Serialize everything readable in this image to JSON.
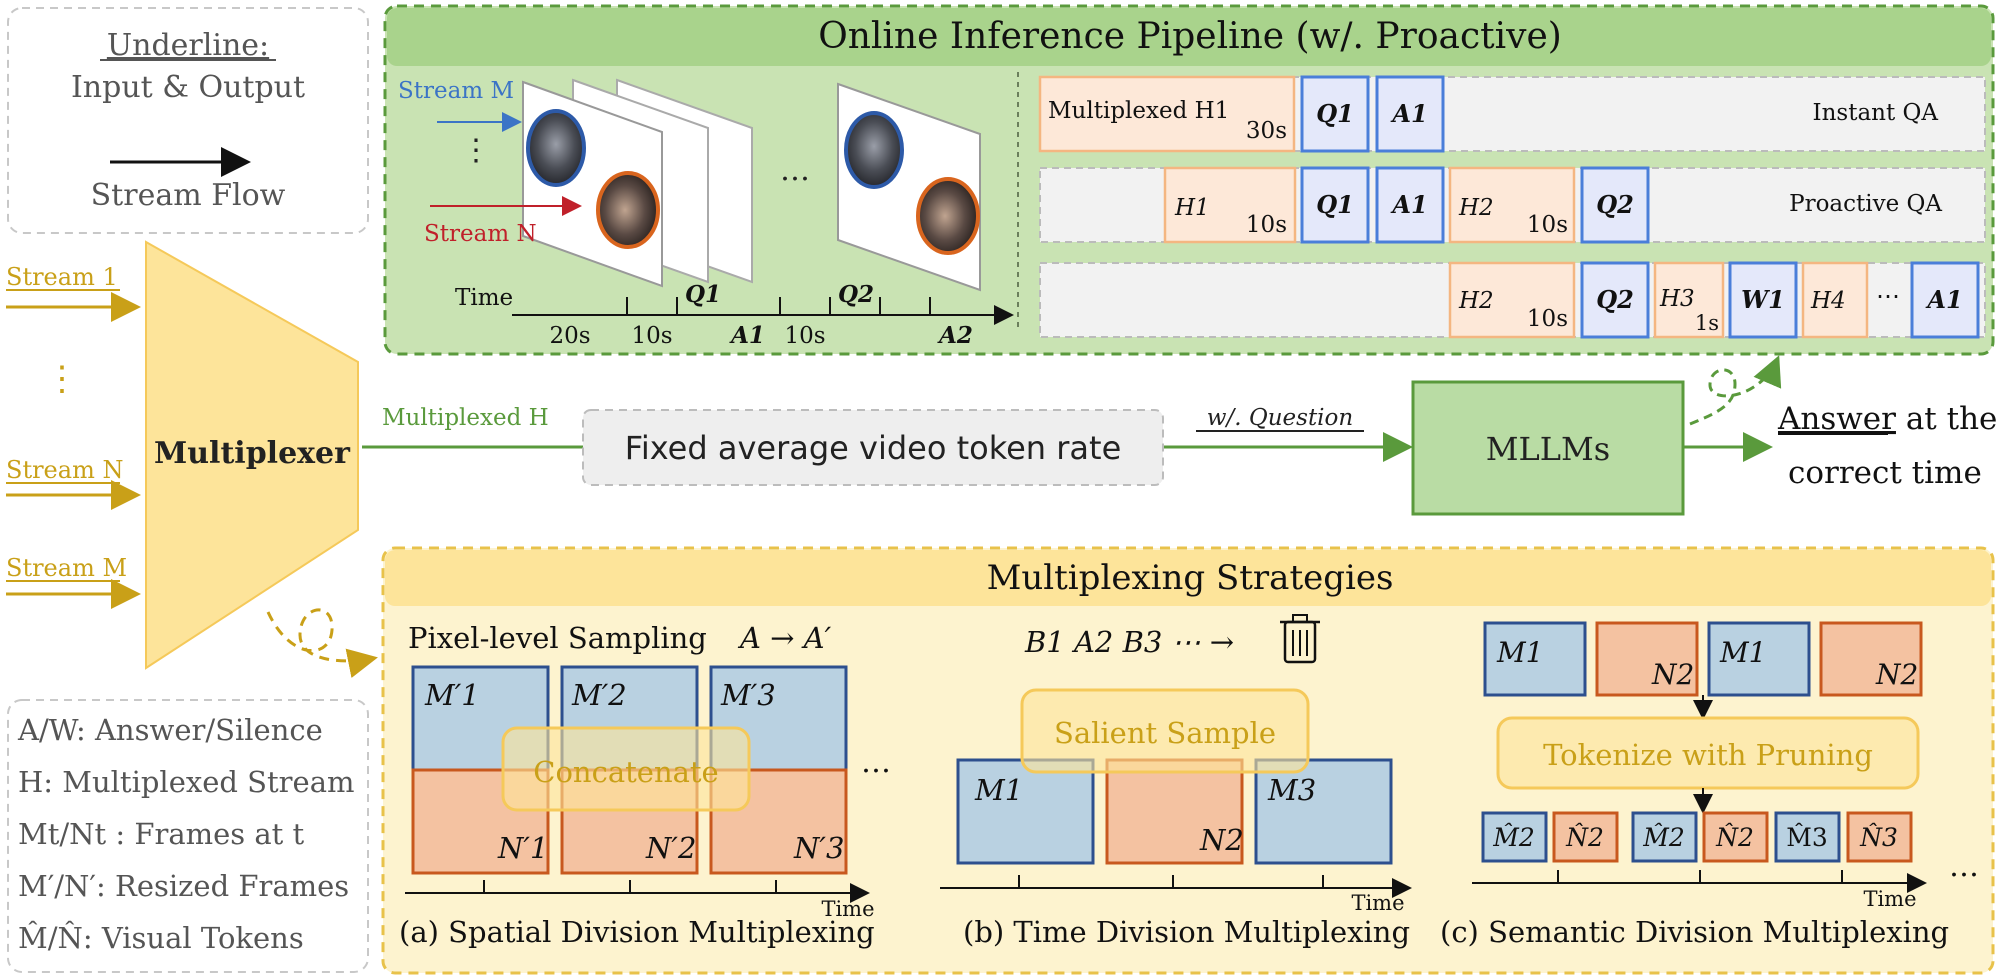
{
  "legend": {
    "underline_title": "Underline:",
    "underline_desc": "Input & Output",
    "flow_label": "Stream Flow",
    "items": [
      "A/W: Answer/Silence",
      "H: Multiplexed Stream",
      "Mt/Nt : Frames at t",
      "M′/N′: Resized Frames",
      "M̂/N̂: Visual Tokens"
    ]
  },
  "streams": {
    "s1": "Stream 1",
    "dots": "⋮",
    "sn": "Stream N",
    "sm": "Stream M"
  },
  "multiplexer": {
    "label": "Multiplexer",
    "output_label": "Multiplexed H"
  },
  "pipeline": {
    "title": "Online Inference Pipeline (w/. Proactive)",
    "stream_m": "Stream M",
    "stream_n": "Stream N",
    "vdots": "⋮",
    "hdots": "…",
    "time_label": "Time",
    "timeline_top": [
      "Q1",
      "Q2"
    ],
    "timeline_bottom": [
      "20s",
      "10s",
      "A1",
      "10s",
      "A2"
    ],
    "rows": [
      {
        "label": "Instant QA",
        "cells": [
          "Multiplexed H1",
          "30s",
          "Q1",
          "A1"
        ]
      },
      {
        "label": "Proactive QA",
        "cells": [
          "H1",
          "10s",
          "Q1",
          "A1",
          "H2",
          "10s",
          "Q2"
        ]
      },
      {
        "label": "",
        "cells": [
          "H2",
          "10s",
          "Q2",
          "H3",
          "1s",
          "W1",
          "H4",
          "⋯",
          "A1"
        ]
      }
    ]
  },
  "middle": {
    "rate_box": "Fixed average video token rate",
    "question_label": "w/. Question",
    "mllm": "MLLMs",
    "answer_word": "Answer",
    "answer_rest": " at the",
    "answer_line2": "correct  time"
  },
  "strategies": {
    "title": "Multiplexing Strategies",
    "spatial": {
      "heading": "Pixel-level Sampling",
      "formula": "A → A′",
      "top": [
        "M′1",
        "M′2",
        "M′3"
      ],
      "bottom": [
        "N′1",
        "N′2",
        "N′3"
      ],
      "overlay": "Concatenate",
      "ellipsis": "…",
      "time": "Time",
      "caption": "(a) Spatial Division Multiplexing"
    },
    "time": {
      "sequence": "B1  A2  B3 ⋯ →",
      "overlay": "Salient Sample",
      "blocks": [
        "M1",
        "N2",
        "M3"
      ],
      "time": "Time",
      "caption": "(b) Time Division Multiplexing"
    },
    "semantic": {
      "top": [
        "M1",
        "N2",
        "M1",
        "N2"
      ],
      "overlay": "Tokenize with Pruning",
      "tokens": [
        "M̂2",
        "N̂2",
        "M̂2",
        "N̂2",
        "M̂3",
        "N̂3"
      ],
      "ellipsis": "…",
      "time": "Time",
      "caption": "(c) Semantic Division Multiplexing"
    }
  },
  "colors": {
    "green_dark": "#5a9a3c",
    "green_panel": "#c9e3b3",
    "green_box": "#b9dca4",
    "yellow_panel": "#fdf3cf",
    "yellow_accent": "#c9a018",
    "yellow_shape": "#fde49a",
    "blue_frame": "#b9d1e1",
    "blue_border": "#2d4f8e",
    "orange_frame": "#f4c2a1",
    "orange_border": "#c8581e",
    "peach_cell": "#fde8d8",
    "lavender_cell": "#e4e8fa",
    "cell_blue_border": "#4a7ed9"
  }
}
